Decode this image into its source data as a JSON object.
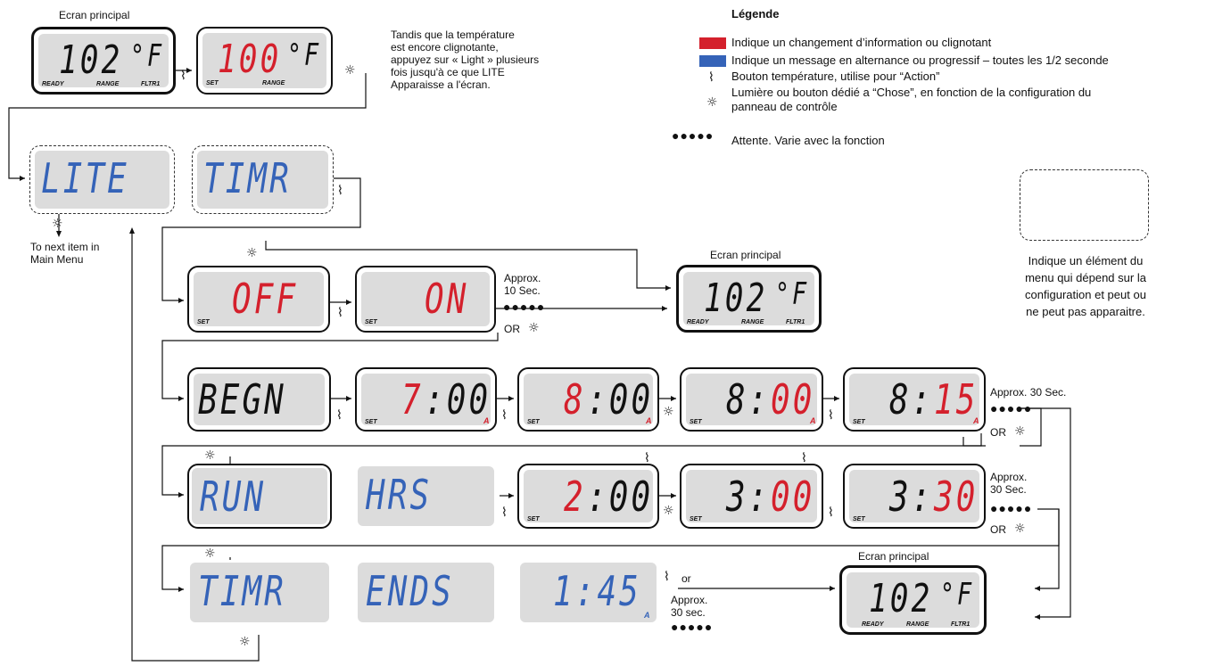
{
  "screen_title": "Ecran principal",
  "instruction": [
    "Tandis que la température",
    "est encore clignotante,",
    "appuyez sur « Light » plusieurs",
    "fois jusqu'à ce que LITE",
    "Apparaisse a l'écran."
  ],
  "legend": {
    "title": "Légende",
    "red_text": "Indique un changement d’information ou clignotant",
    "blue_text": "Indique un message en alternance ou progressif – toutes les 1/2 seconde",
    "temp_text": "Bouton température, utilise pour “Action”",
    "light_text_1": "Lumière ou bouton dédié a “Chose”, en fonction de la configuration du",
    "light_text_2": "panneau de contrôle",
    "wait_text": "Attente. Varie avec la fonction",
    "red_color": "#d4202c",
    "blue_color": "#3563b8"
  },
  "dashed_note": [
    "Indique un élément du",
    "menu qui dépend sur la",
    "configuration et peut ou",
    "ne peut pas apparaitre."
  ],
  "next_item": [
    "To next item in",
    "Main Menu"
  ],
  "labels": {
    "ready": "READY",
    "range": "RANGE",
    "fltr": "FLTR1",
    "set": "SET",
    "a": "A",
    "or": "OR",
    "or_lower": "or",
    "approx": "Approx.",
    "ten_sec": "10 Sec.",
    "thirty_sec": "30 Sec.",
    "thirty_sec_lower": "30 sec.",
    "approx_30": "Approx. 30 Sec."
  },
  "displays": {
    "main": "102",
    "temp_f": "°F",
    "set100": "100",
    "lite": "LITE",
    "timr": "TIMR",
    "off": "OFF",
    "on": "ON",
    "begn": "BEGN",
    "t7": "7",
    "t00": ":00",
    "t8": "8",
    "t8s": "8:",
    "t00b": "00",
    "t8c": "8:",
    "t15": "15",
    "run": "RUN",
    "hrs": "HRS",
    "h2": "2",
    "h00": ":00",
    "h3": "3:",
    "h00b": "00",
    "h3b": "3:",
    "h30": "30",
    "timr2": "TIMR",
    "ends": "ENDS",
    "e145": "1:45"
  },
  "icons": {
    "temp": "temperature-button-icon",
    "light": "light-button-icon",
    "wait": "wait-dots-icon"
  }
}
